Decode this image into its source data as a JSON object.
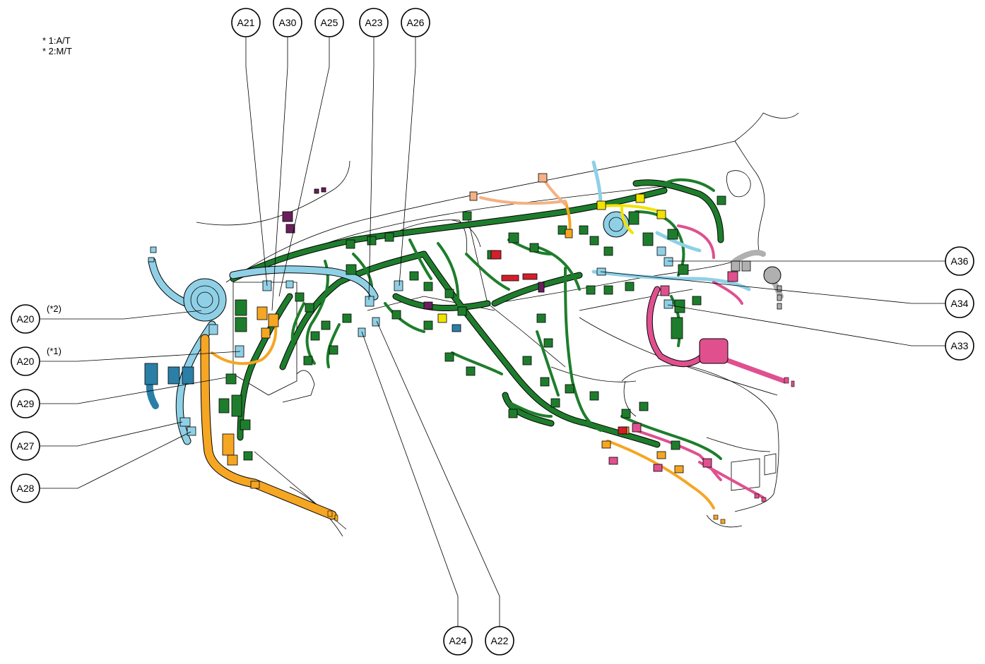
{
  "legend": {
    "line1": "* 1:A/T",
    "line2": "* 2:M/T"
  },
  "callouts": {
    "a21": "A21",
    "a30": "A30",
    "a25": "A25",
    "a23": "A23",
    "a26": "A26",
    "a20_mt": "A20",
    "a20_mt_note": "(*2)",
    "a20_at": "A20",
    "a20_at_note": "(*1)",
    "a29": "A29",
    "a27": "A27",
    "a28": "A28",
    "a36": "A36",
    "a34": "A34",
    "a33": "A33",
    "a24": "A24",
    "a22": "A22"
  },
  "colors": {
    "harness_green": "#1e7d2c",
    "harness_light_blue": "#8fd0e6",
    "harness_orange": "#f5a623",
    "harness_pink": "#e0508f",
    "harness_yellow": "#f2e200",
    "harness_teal": "#2b7fa6",
    "harness_purple": "#6a1f5c",
    "harness_red": "#d41f2b",
    "harness_peach": "#f4b183",
    "harness_gray": "#b0b0b0",
    "outline": "#000000"
  }
}
